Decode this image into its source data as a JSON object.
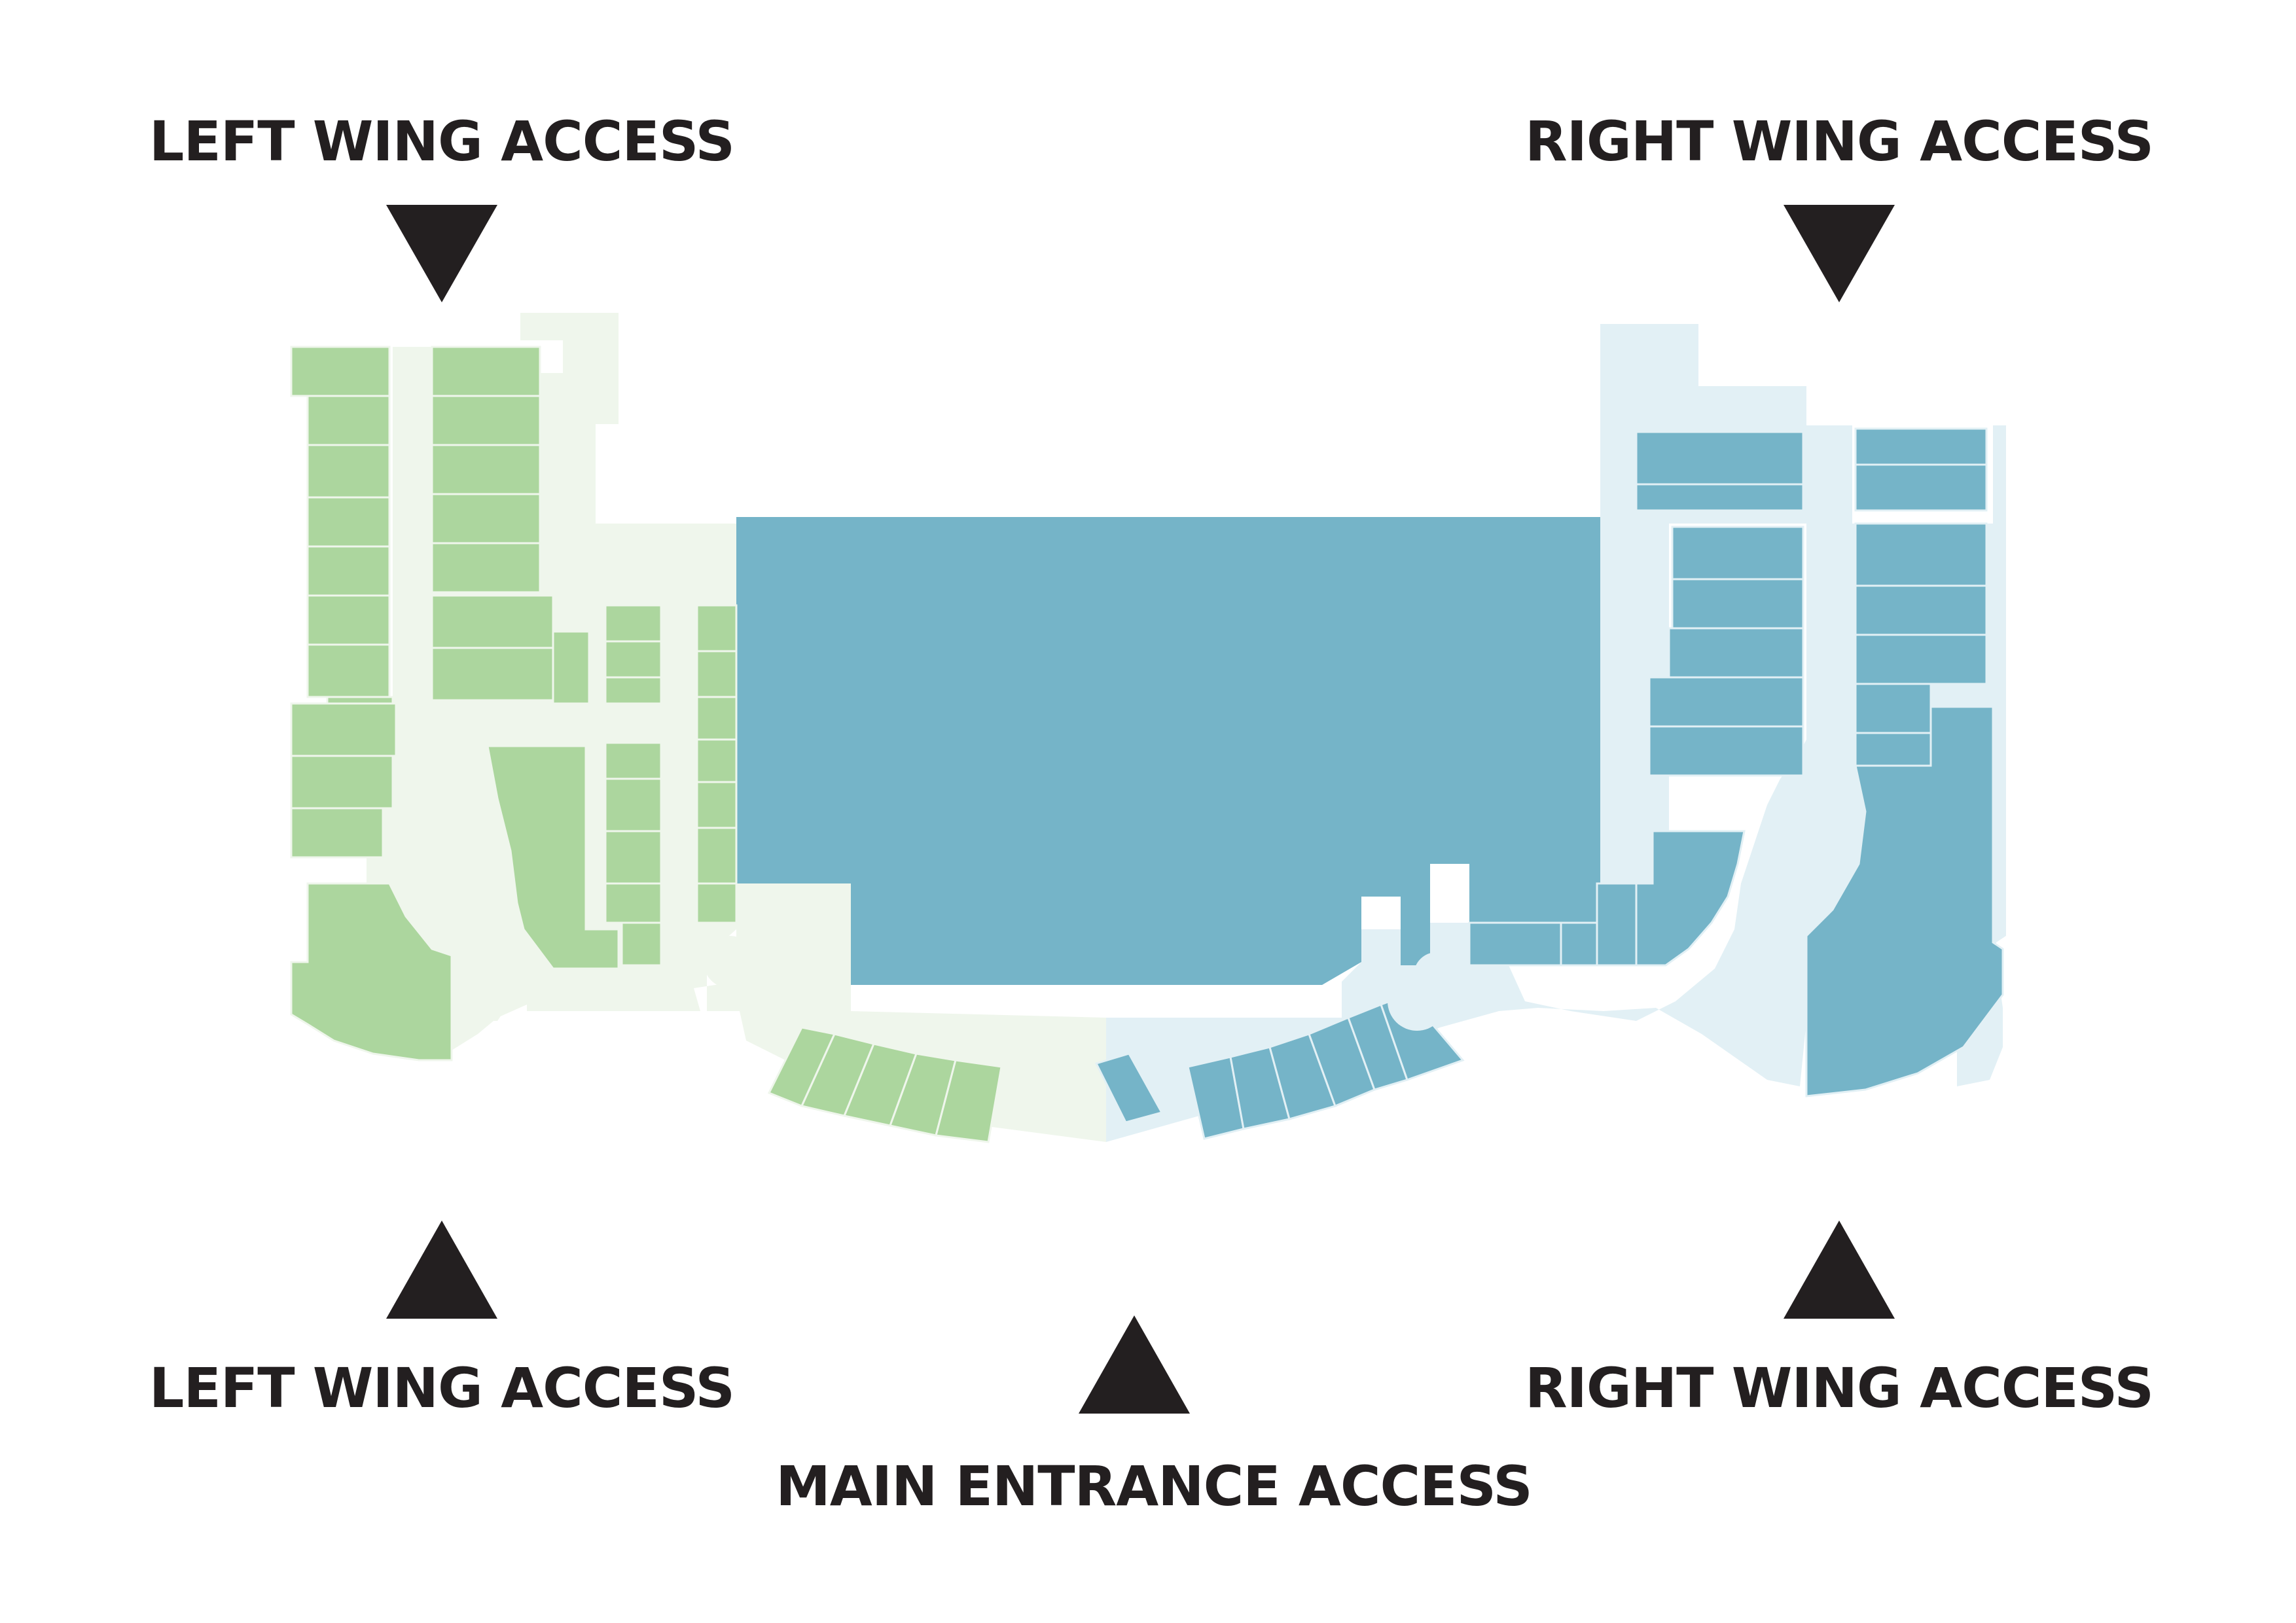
{
  "labels": {
    "top_left": "LEFT WING ACCESS",
    "top_right": "RIGHT WING ACCESS",
    "bottom_left": "LEFT WING ACCESS",
    "bottom_right": "RIGHT WING ACCESS",
    "bottom_center": "MAIN ENTRANCE ACCESS"
  },
  "colors": {
    "left_wing_store": "#acd69e",
    "left_wing_corridor": "#eff6ec",
    "right_wing_store": "#75b4c8",
    "right_wing_corridor": "#e2f0f5",
    "arrow": "#231f20",
    "text": "#231f20"
  }
}
